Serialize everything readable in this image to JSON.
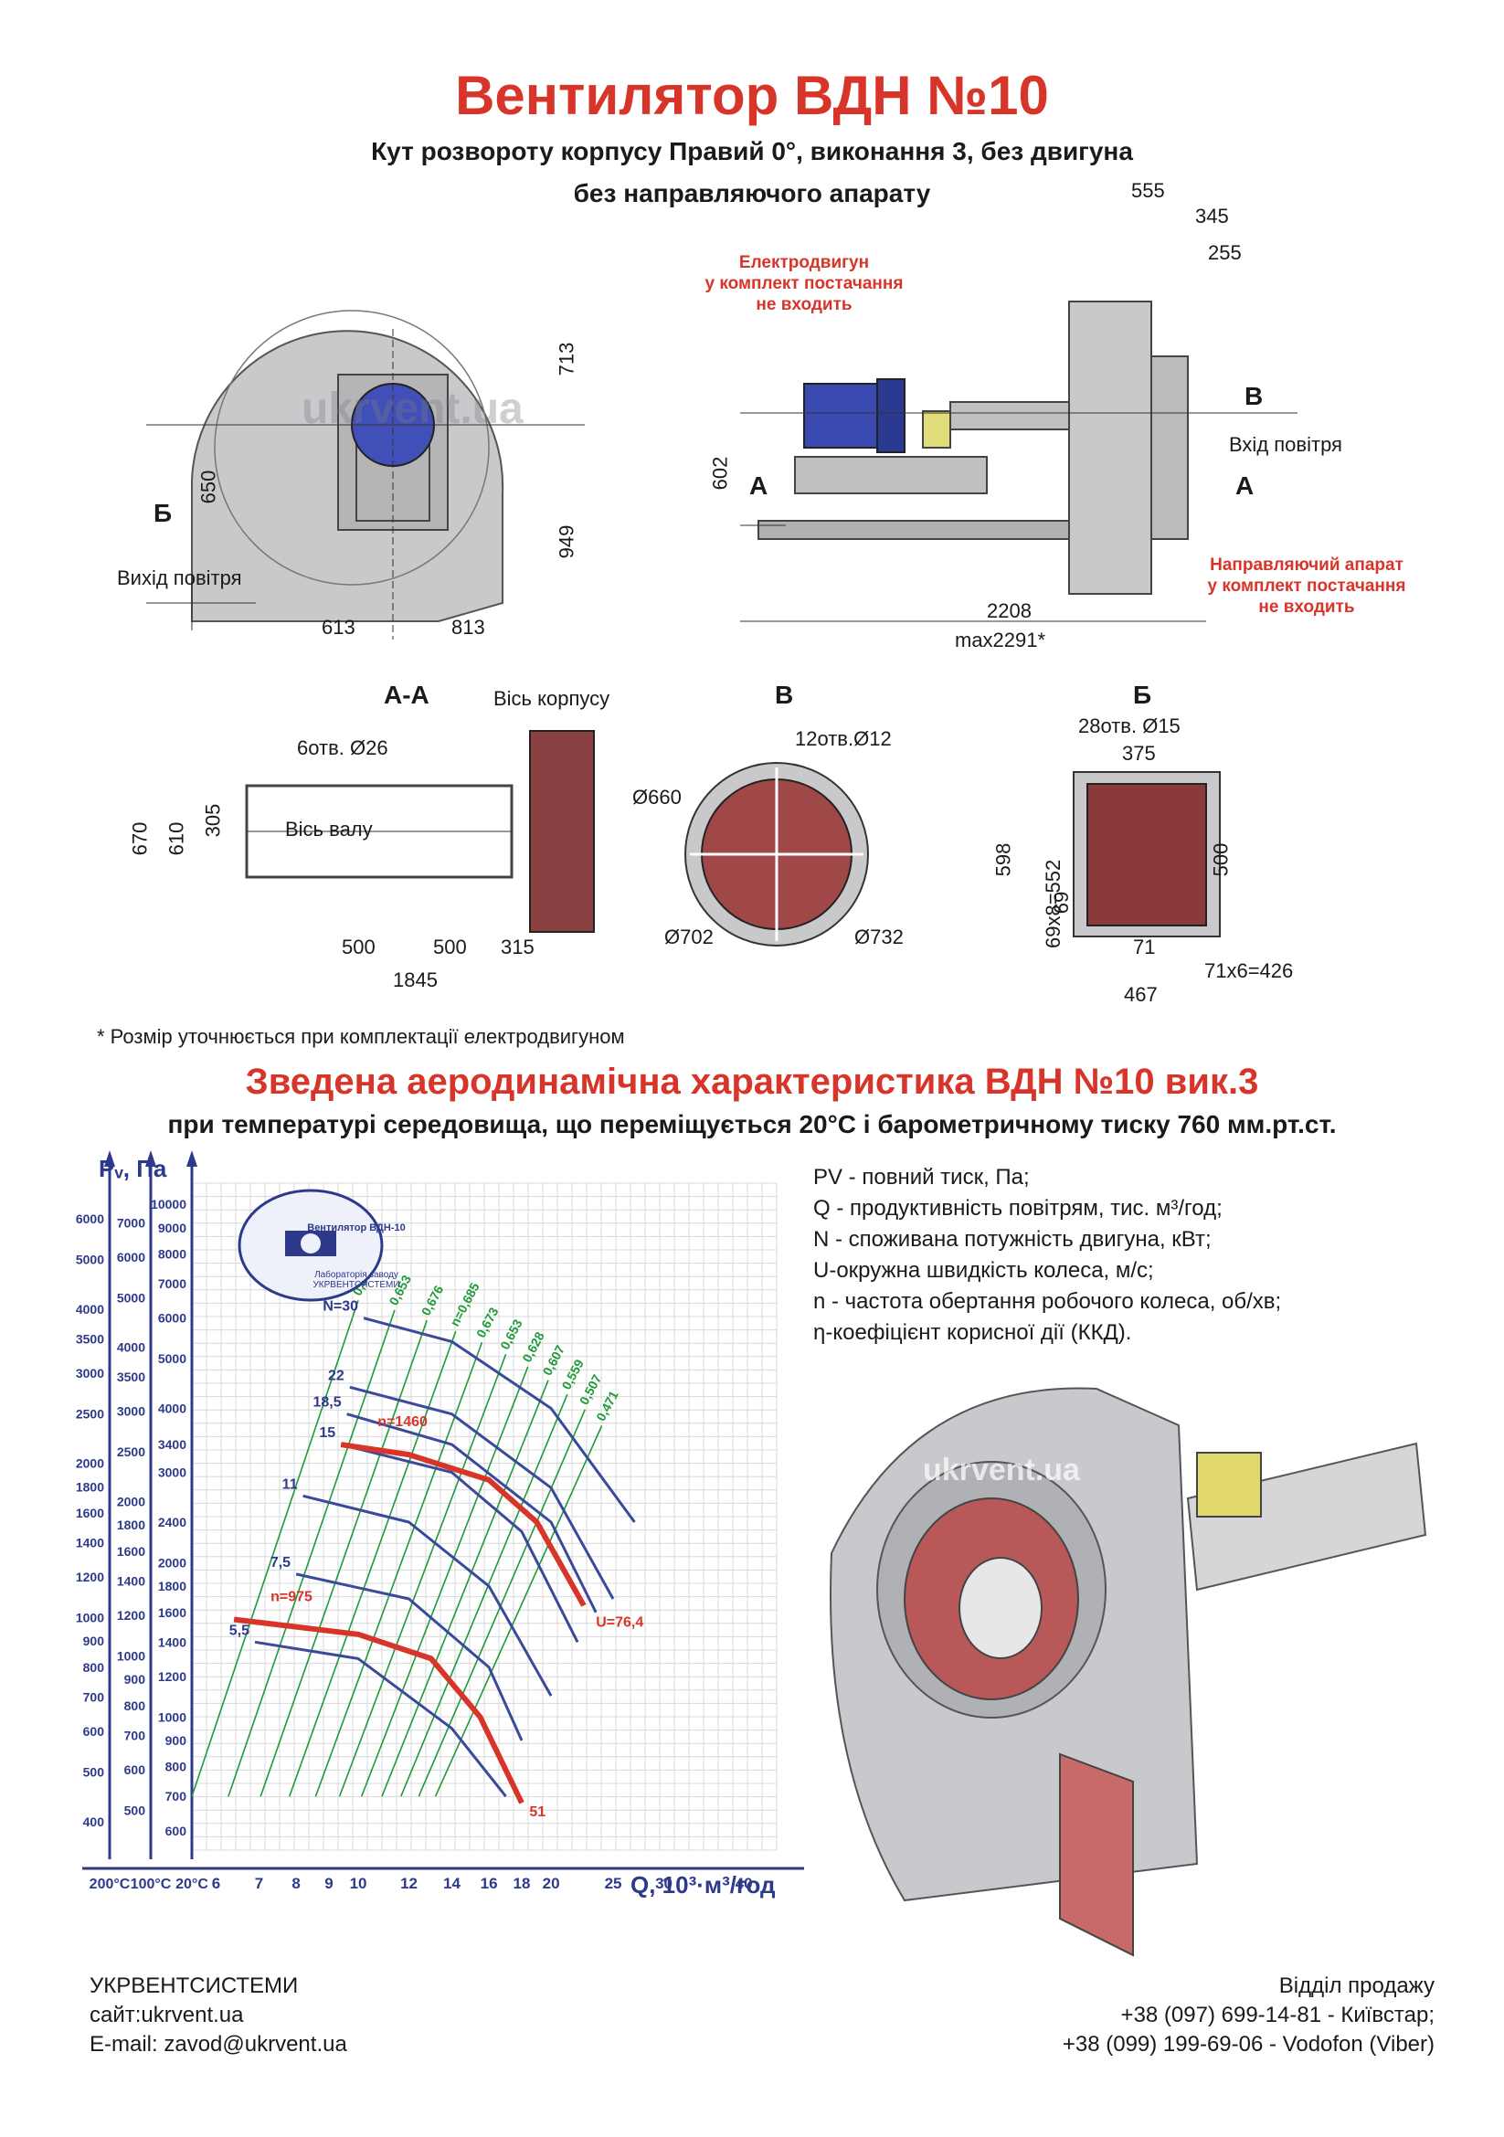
{
  "header": {
    "title": "Вентилятор  ВДН №10",
    "subtitle1": "Кут розвороту корпусу Правий 0°, виконання 3, без двигуна",
    "subtitle2": "без направляючого апарату"
  },
  "side_view": {
    "motor_note": [
      "Електродвигун",
      "у комплект постачання",
      "не входить"
    ],
    "guide_note": [
      "Направляючий апарат",
      "у комплект постачання",
      "не входить"
    ],
    "inlet_label": "Вхід повітря",
    "dims": [
      "555",
      "345",
      "255",
      "602",
      "2208",
      "max2291*"
    ],
    "marks": [
      "В",
      "A",
      "A"
    ]
  },
  "front_view": {
    "outlet_label": "Вихід повітря",
    "dims": [
      "713",
      "650",
      "949",
      "613",
      "813"
    ],
    "mark": "Б"
  },
  "section_aa": {
    "title": "A-A",
    "axis_body": "Вісь корпусу",
    "holes": "6отв. Ø26",
    "axis_shaft": "Вісь валу",
    "dims": [
      "670",
      "610",
      "305",
      "500",
      "500",
      "315",
      "1845"
    ]
  },
  "section_v": {
    "title": "В",
    "holes": "12отв.Ø12",
    "dims": [
      "Ø660",
      "Ø702",
      "Ø732"
    ]
  },
  "section_b": {
    "title": "Б",
    "holes": "28отв. Ø15",
    "dims": [
      "375",
      "598",
      "69x8=552",
      "69",
      "500",
      "71",
      "71x6=426",
      "467"
    ]
  },
  "footnote": "* Розмір уточнюється при комплектації електродвигуном",
  "chart_header": {
    "title": "Зведена аеродинамічна характеристика ВДН №10 вик.3",
    "subtitle": "при температурі середовища, що переміщується 20°С і барометричному тиску 760 мм.рт.ст."
  },
  "watermark": "ukrvent.ua",
  "stamp": {
    "top": "Вентилятор ВДН-10",
    "bottom": "Лабораторія заводу УКРВЕНТСИСТЕМИ"
  },
  "chart_data": {
    "type": "line",
    "xlabel": "Q, 10³·м³/год",
    "ylabel": "Pᵥ, Па",
    "x_scale": "log",
    "y_scale": "log",
    "x_ticks": [
      "6",
      "7",
      "8",
      "9",
      "10",
      "12",
      "14",
      "16",
      "18",
      "20",
      "25",
      "30",
      "40"
    ],
    "x_temp_labels": [
      "200°C",
      "100°C",
      "20°C"
    ],
    "y_axis_200C": [
      "6000",
      "5000",
      "4000",
      "3500",
      "3000",
      "2500",
      "2000",
      "1800",
      "1600",
      "1400",
      "1200",
      "1000",
      "900",
      "800",
      "700",
      "600",
      "500",
      "400"
    ],
    "y_axis_100C": [
      "7000",
      "6000",
      "5000",
      "4000",
      "3500",
      "3000",
      "2500",
      "2000",
      "1800",
      "1600",
      "1400",
      "1200",
      "1000",
      "900",
      "800",
      "700",
      "600",
      "500"
    ],
    "y_axis_20C": [
      "10000",
      "9000",
      "8000",
      "7000",
      "6000",
      "5000",
      "4000",
      "3400",
      "3000",
      "2400",
      "2000",
      "1800",
      "1600",
      "1400",
      "1200",
      "1000",
      "900",
      "800",
      "700",
      "600"
    ],
    "series": [
      {
        "name": "N=30",
        "type": "power",
        "points": [
          [
            10.2,
            6000
          ],
          [
            14,
            5400
          ],
          [
            20,
            4000
          ],
          [
            27,
            2400
          ]
        ]
      },
      {
        "name": "22",
        "type": "power",
        "points": [
          [
            9.7,
            4400
          ],
          [
            14,
            3900
          ],
          [
            20,
            2800
          ],
          [
            25,
            1700
          ]
        ]
      },
      {
        "name": "18,5",
        "type": "power",
        "points": [
          [
            9.6,
            3900
          ],
          [
            14,
            3400
          ],
          [
            20,
            2400
          ],
          [
            23.5,
            1600
          ]
        ]
      },
      {
        "name": "15",
        "type": "power",
        "points": [
          [
            9.4,
            3400
          ],
          [
            14,
            3000
          ],
          [
            18,
            2300
          ],
          [
            22,
            1400
          ]
        ]
      },
      {
        "name": "11",
        "type": "power",
        "points": [
          [
            8.2,
            2700
          ],
          [
            12,
            2400
          ],
          [
            16,
            1800
          ],
          [
            20,
            1100
          ]
        ]
      },
      {
        "name": "7,5",
        "type": "power",
        "points": [
          [
            8.0,
            1900
          ],
          [
            12,
            1700
          ],
          [
            16,
            1250
          ],
          [
            18,
            900
          ]
        ]
      },
      {
        "name": "5,5",
        "type": "power",
        "points": [
          [
            6.9,
            1400
          ],
          [
            10,
            1300
          ],
          [
            14,
            950
          ],
          [
            17,
            700
          ]
        ]
      },
      {
        "name": "n=1460",
        "type": "pressure",
        "points": [
          [
            9.4,
            3400
          ],
          [
            12,
            3250
          ],
          [
            16,
            2900
          ],
          [
            19,
            2400
          ],
          [
            22.5,
            1650
          ]
        ]
      },
      {
        "name": "n=975",
        "type": "pressure",
        "points": [
          [
            6.4,
            1550
          ],
          [
            10,
            1450
          ],
          [
            13,
            1300
          ],
          [
            15.5,
            1000
          ],
          [
            18,
            680
          ]
        ]
      }
    ],
    "efficiency_labels": [
      "0,604",
      "0,653",
      "0,676",
      "n=0,685",
      "0,673",
      "0,653",
      "0,628",
      "0,607",
      "0,559",
      "0,507",
      "0,471"
    ],
    "point_labels": [
      "U=76,4",
      "51"
    ]
  },
  "legend": [
    "PV - повний тиск, Па;",
    "Q - продуктивність повітрям, тис. м³/год;",
    "N - споживана потужність двигуна, кВт;",
    "U-окружна швидкість колеса, м/с;",
    "n - частота обертання робочого колеса, об/хв;",
    "η-коефіцієнт корисної дії (ККД)."
  ],
  "footer": {
    "company": "УКРВЕНТСИСТЕМИ",
    "site": "сайт:ukrvent.ua",
    "email": "E-mail: zavod@ukrvent.ua",
    "sales_title": "Відділ продажу",
    "phone1": "+38 (097) 699-14-81 - Київстар;",
    "phone2": "+38 (099) 199-69-06 - Vodofon (Viber)"
  },
  "colors": {
    "accent": "#d8352a",
    "axis_blue": "#2d3a8c",
    "curve_blue": "#3a4a9a",
    "grid_green": "#1f9a3a",
    "steel": "#c9c9cc"
  }
}
